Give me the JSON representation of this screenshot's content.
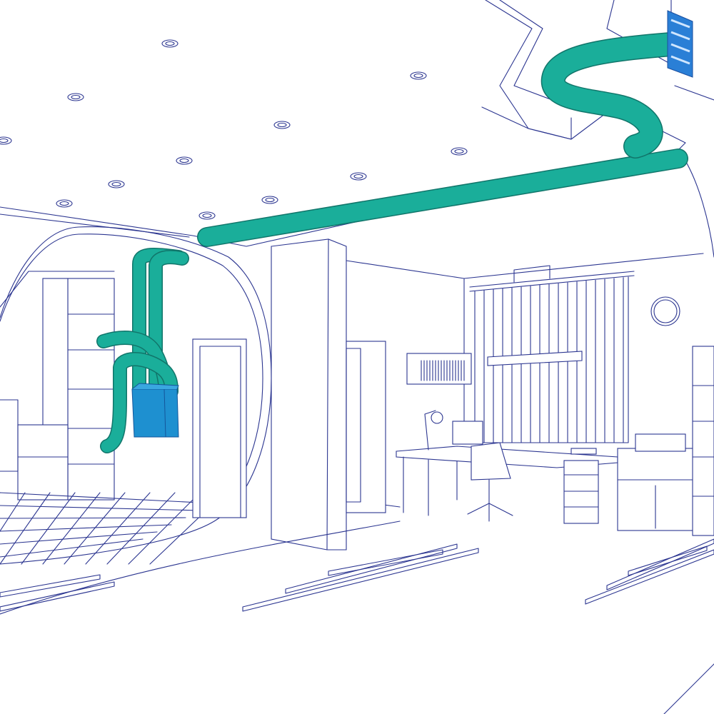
{
  "illustration": {
    "colors": {
      "line": "#2b3590",
      "duct": "#1aae9a",
      "duct_outline": "#11756a",
      "ventilation_unit": "#1e90d0",
      "vent_grille": "#2a7fd6",
      "background": "#ffffff"
    },
    "elements": [
      "ceiling-with-recessed-lights",
      "supply-duct-along-ceiling",
      "duct-bend-to-wall-grille",
      "wall-vent-grille",
      "ventilation-unit",
      "vertical-ducts-to-unit",
      "arched-wall-opening",
      "structural-pillar",
      "doors",
      "window-with-vertical-blinds",
      "wall-clock",
      "wall-shelf-with-books",
      "desk-with-lamp-and-monitor",
      "office-chair",
      "drawer-unit",
      "cabinet-with-printer",
      "bookshelf",
      "floor-planks",
      "tiled-floor-left-room"
    ]
  }
}
